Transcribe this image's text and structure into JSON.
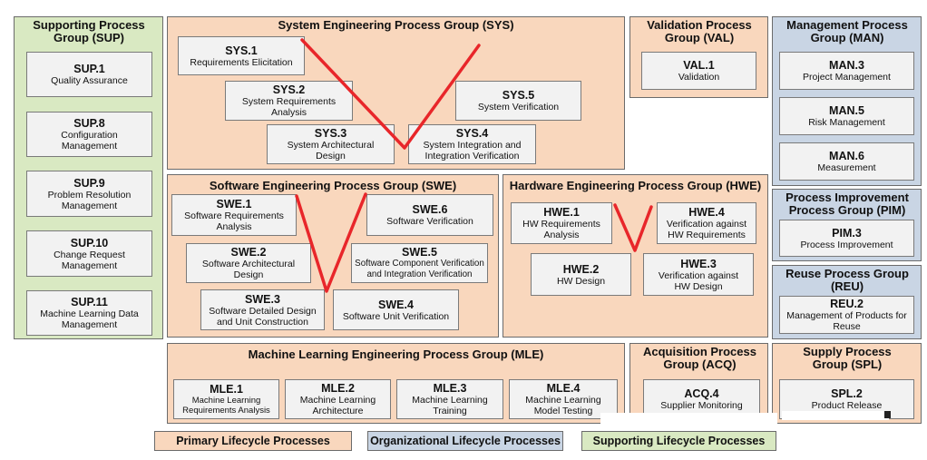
{
  "groups": {
    "sup": {
      "title": "Supporting Process Group (SUP)",
      "processes": [
        {
          "id": "SUP.1",
          "name": "Quality Assurance"
        },
        {
          "id": "SUP.8",
          "name": "Configuration Management"
        },
        {
          "id": "SUP.9",
          "name": "Problem Resolution Management"
        },
        {
          "id": "SUP.10",
          "name": "Change Request Management"
        },
        {
          "id": "SUP.11",
          "name": "Machine Learning Data Management"
        }
      ]
    },
    "sys": {
      "title": "System Engineering Process Group (SYS)",
      "processes": [
        {
          "id": "SYS.1",
          "name": "Requirements Elicitation"
        },
        {
          "id": "SYS.2",
          "name": "System Requirements Analysis"
        },
        {
          "id": "SYS.3",
          "name": "System Architectural Design"
        },
        {
          "id": "SYS.4",
          "name": "System Integration and Integration Verification"
        },
        {
          "id": "SYS.5",
          "name": "System Verification"
        }
      ]
    },
    "val": {
      "title": "Validation Process Group (VAL)",
      "processes": [
        {
          "id": "VAL.1",
          "name": "Validation"
        }
      ]
    },
    "man": {
      "title": "Management Process Group (MAN)",
      "processes": [
        {
          "id": "MAN.3",
          "name": "Project Management"
        },
        {
          "id": "MAN.5",
          "name": "Risk Management"
        },
        {
          "id": "MAN.6",
          "name": "Measurement"
        }
      ]
    },
    "swe": {
      "title": "Software Engineering Process Group (SWE)",
      "processes": [
        {
          "id": "SWE.1",
          "name": "Software Requirements Analysis"
        },
        {
          "id": "SWE.2",
          "name": "Software Architectural Design"
        },
        {
          "id": "SWE.3",
          "name": "Software Detailed Design and Unit Construction"
        },
        {
          "id": "SWE.4",
          "name": "Software Unit Verification"
        },
        {
          "id": "SWE.5",
          "name": "Software Component Verification and Integration Verification"
        },
        {
          "id": "SWE.6",
          "name": "Software Verification"
        }
      ]
    },
    "hwe": {
      "title": "Hardware Engineering Process Group (HWE)",
      "processes": [
        {
          "id": "HWE.1",
          "name": "HW Requirements Analysis"
        },
        {
          "id": "HWE.2",
          "name": "HW Design"
        },
        {
          "id": "HWE.3",
          "name": "Verification against HW Design"
        },
        {
          "id": "HWE.4",
          "name": "Verification against HW Requirements"
        }
      ]
    },
    "pim": {
      "title": "Process Improvement Process Group (PIM)",
      "processes": [
        {
          "id": "PIM.3",
          "name": "Process Improvement"
        }
      ]
    },
    "reu": {
      "title": "Reuse Process Group (REU)",
      "processes": [
        {
          "id": "REU.2",
          "name": "Management of Products for Reuse"
        }
      ]
    },
    "mle": {
      "title": "Machine Learning Engineering Process Group (MLE)",
      "processes": [
        {
          "id": "MLE.1",
          "name": "Machine Learning Requirements Analysis"
        },
        {
          "id": "MLE.2",
          "name": "Machine Learning Architecture"
        },
        {
          "id": "MLE.3",
          "name": "Machine Learning Training"
        },
        {
          "id": "MLE.4",
          "name": "Machine Learning Model Testing"
        }
      ]
    },
    "acq": {
      "title": "Acquisition Process Group (ACQ)",
      "processes": [
        {
          "id": "ACQ.4",
          "name": "Supplier Monitoring"
        }
      ]
    },
    "spl": {
      "title": "Supply Process Group (SPL)",
      "processes": [
        {
          "id": "SPL.2",
          "name": "Product Release"
        }
      ]
    }
  },
  "legend": {
    "primary": "Primary Lifecycle Processes",
    "organizational": "Organizational Lifecycle Processes",
    "supporting": "Supporting Lifecycle Processes"
  },
  "colors": {
    "primary": "#f9d7bd",
    "organizational": "#c9d5e4",
    "supporting": "#d9e9c2",
    "v_model_line": "#e8262a"
  }
}
